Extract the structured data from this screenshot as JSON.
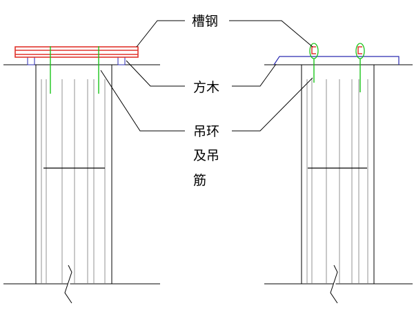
{
  "labels": {
    "channel_steel": "槽钢",
    "square_timber": "方木",
    "lifting_ring_line1": "吊环",
    "lifting_ring_line2": "及吊",
    "lifting_ring_line3": "筋"
  },
  "colors": {
    "channel_steel": "#e0322a",
    "lifting_ring": "#19c419",
    "plate_outline": "#2a2ab0",
    "line": "#000000",
    "rebar": "#888888"
  }
}
